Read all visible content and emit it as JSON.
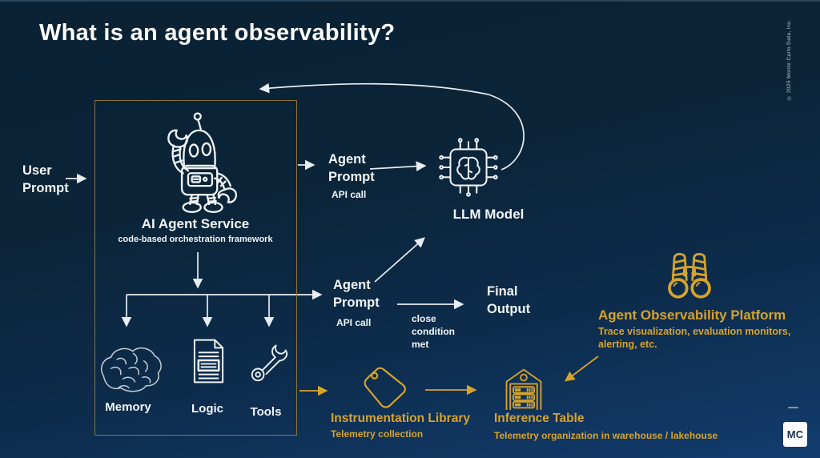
{
  "title": "What is an agent observability?",
  "copyright": "© 2025 Monte Carlo Data, Inc.",
  "brand": {
    "logo_text": "MC"
  },
  "colors": {
    "background_top": "#0a2133",
    "background_bottom": "#123c6e",
    "text_white": "#f2f6f9",
    "accent_gold": "#d7a32a",
    "box_border_gold": "#8b7444",
    "logo_text_navy": "#1d3152"
  },
  "diagram": {
    "user_prompt": {
      "label": "User\nPrompt"
    },
    "agent_service": {
      "title": "AI Agent Service",
      "subtitle": "code-based orchestration framework",
      "icon": "robot-icon",
      "components": [
        {
          "label": "Memory",
          "icon": "brain-icon"
        },
        {
          "label": "Logic",
          "icon": "document-icon"
        },
        {
          "label": "Tools",
          "icon": "wrench-icon"
        }
      ]
    },
    "agent_prompt_to_llm": {
      "label": "Agent\nPrompt",
      "note": "API call"
    },
    "llm_model": {
      "label": "LLM Model",
      "icon": "chip-brain-icon"
    },
    "agent_prompt_to_output": {
      "label": "Agent\nPrompt",
      "note": "API call",
      "condition": "close\ncondition\nmet"
    },
    "final_output": {
      "label": "Final\nOutput"
    },
    "instrumentation_library": {
      "title": "Instrumentation Library",
      "subtitle": "Telemetry collection",
      "icon": "tag-icon"
    },
    "inference_table": {
      "title": "Inference Table",
      "subtitle": "Telemetry organization in warehouse / lakehouse",
      "icon": "warehouse-server-icon"
    },
    "observability_platform": {
      "title": "Agent Observability Platform",
      "subtitle": "Trace visualization, evaluation monitors, alerting, etc.",
      "icon": "binoculars-icon"
    }
  }
}
